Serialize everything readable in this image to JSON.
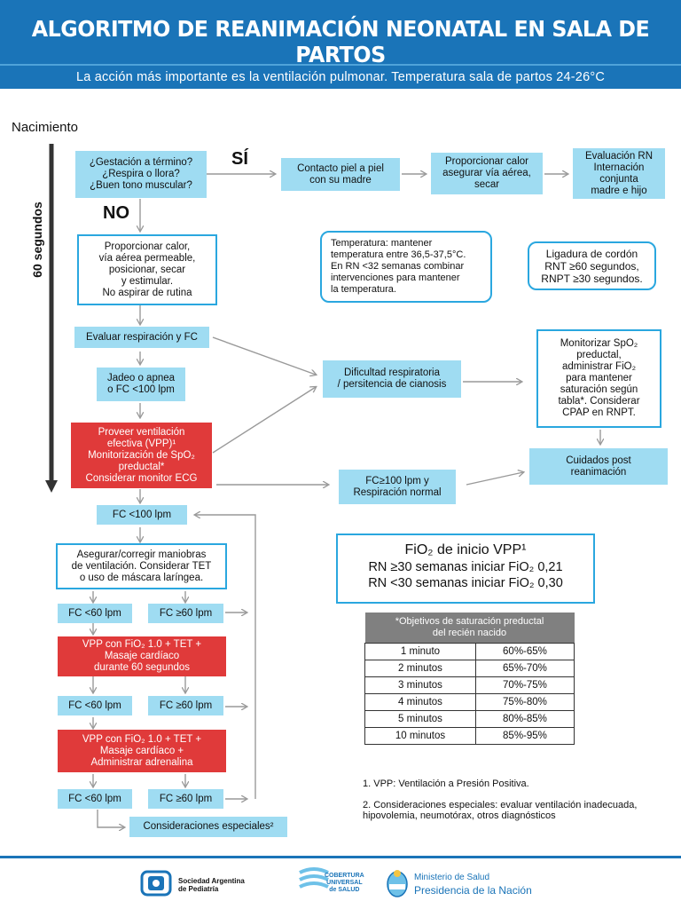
{
  "header": {
    "title": "ALGORITMO DE REANIMACIÓN NEONATAL EN SALA DE PARTOS",
    "subtitle": "La acción más importante es la ventilación pulmonar. Temperatura sala de partos 24-26°C"
  },
  "labels": {
    "nacimiento": "Nacimiento",
    "sixty": "60 segundos",
    "si": "SÍ",
    "no": "NO"
  },
  "flow": {
    "gestacion": [
      "¿Gestación a término?",
      "¿Respira o llora?",
      "¿Buen tono muscular?"
    ],
    "contacto": [
      "Contacto piel a piel",
      "con su madre"
    ],
    "proporcionar_calor": [
      "Proporcionar calor",
      "asegurar vía aérea,",
      "secar"
    ],
    "evaluacion_rn": [
      "Evaluación RN",
      "Internación",
      "conjunta",
      "madre e hijo"
    ],
    "calor_estimular": [
      "Proporcionar calor,",
      "vía aérea permeable,",
      "posicionar, secar",
      "y estimular.",
      "No aspirar de rutina"
    ],
    "temperatura": [
      "Temperatura: mantener",
      "temperatura entre 36,5-37,5°C.",
      "En RN <32 semanas combinar",
      "intervenciones para mantener",
      "la temperatura."
    ],
    "ligadura": [
      "Ligadura de cordón",
      "RNT ≥60 segundos,",
      "RNPT ≥30 segundos."
    ],
    "evaluar_resp": "Evaluar respiración y FC",
    "jadeo": [
      "Jadeo o apnea",
      "o FC <100 lpm"
    ],
    "dificultad": [
      "Dificultad respiratoria",
      "/ persitencia de cianosis"
    ],
    "monitorizar": [
      "Monitorizar SpO₂",
      "preductal,",
      "administrar FiO₂",
      "para mantener",
      "saturación según",
      "tabla*. Considerar",
      "CPAP en RNPT."
    ],
    "vpp": [
      "Proveer ventilación",
      "efectiva (VPP)¹",
      "Monitorización de SpO₂",
      "preductal*",
      "Considerar monitor ECG"
    ],
    "fc100_resp": [
      "FC≥100 lpm y",
      "Respiración normal"
    ],
    "cuidados": [
      "Cuidados post",
      "reanimación"
    ],
    "fc_menor_100": "FC <100 lpm",
    "asegurar": [
      "Asegurar/corregir maniobras",
      "de ventilación. Considerar TET",
      "o uso de máscara laríngea."
    ],
    "fc_lt60": "FC <60 lpm",
    "fc_ge60": "FC ≥60 lpm",
    "vpp_masaje": [
      "VPP con FiO₂ 1.0 + TET +",
      "Masaje cardíaco",
      "durante 60 segundos"
    ],
    "vpp_adrenalina": [
      "VPP con FiO₂ 1.0 + TET +",
      "Masaje cardíaco +",
      "Administrar adrenalina"
    ],
    "consideraciones": "Consideraciones especiales²"
  },
  "fio2": {
    "title": "FiO₂ de inicio VPP¹",
    "line1": "RN ≥30 semanas iniciar FiO₂ 0,21",
    "line2": "RN <30 semanas iniciar FiO₂ 0,30"
  },
  "saturation_table": {
    "header": [
      "*Objetivos de saturación preductal",
      "del recién nacido"
    ],
    "rows": [
      [
        "1 minuto",
        "60%-65%"
      ],
      [
        "2 minutos",
        "65%-70%"
      ],
      [
        "3 minutos",
        "70%-75%"
      ],
      [
        "4 minutos",
        "75%-80%"
      ],
      [
        "5 minutos",
        "80%-85%"
      ],
      [
        "10 minutos",
        "85%-95%"
      ]
    ]
  },
  "notes": {
    "n1": "1. VPP: Ventilación a Presión Positiva.",
    "n2a": "2. Consideraciones especiales: evaluar ventilación inadecuada,",
    "n2b": "hipovolemia, neumotórax, otros diagnósticos"
  },
  "footer": {
    "sap": [
      "Sociedad Argentina",
      "de Pediatría"
    ],
    "cobertura": [
      "COBERTURA",
      "UNIVERSAL",
      "de SALUD"
    ],
    "ministerio": "Ministerio de Salud",
    "presidencia": "Presidencia de la Nación"
  },
  "colors": {
    "header_blue": "#1a74b8",
    "box_cyan": "#9fdcf2",
    "box_red": "#e03a3a",
    "outline_blue": "#2aa7df"
  }
}
